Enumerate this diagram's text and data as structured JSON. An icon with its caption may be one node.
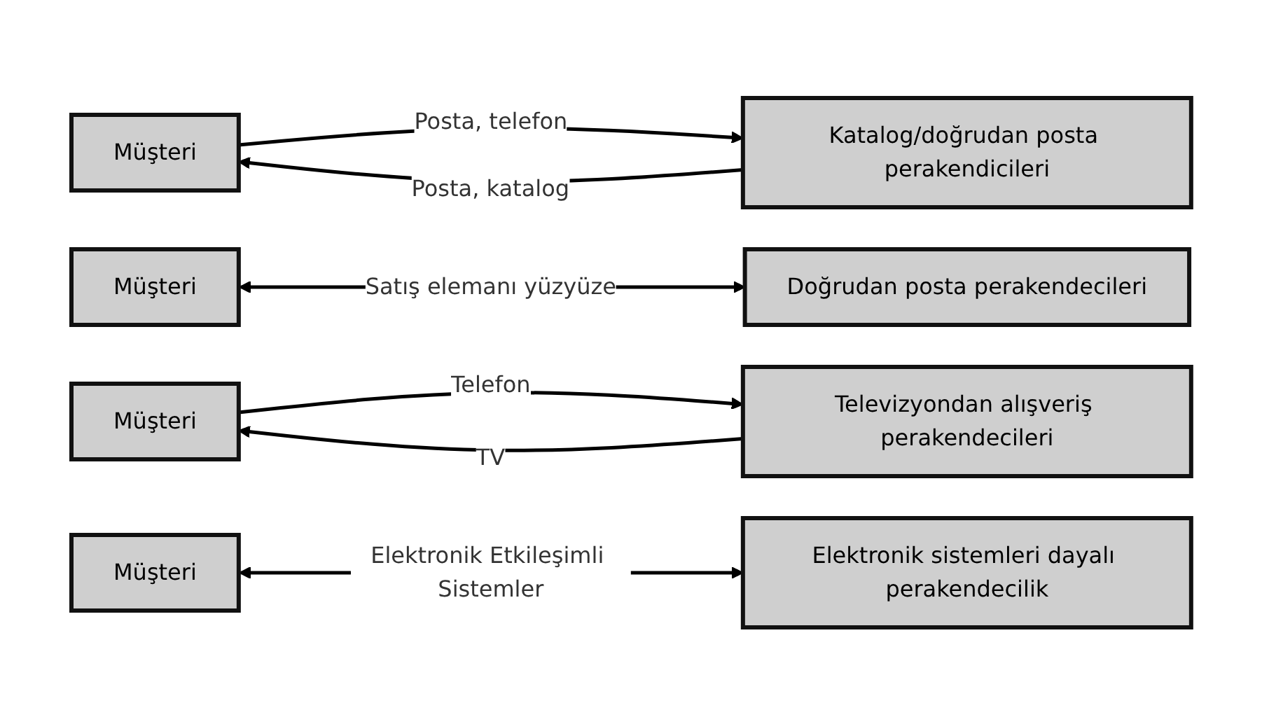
{
  "diagram": {
    "nodes": [
      {
        "text": [
          "Müşteri"
        ]
      },
      {
        "text": [
          "Katalog/doğrudan posta perakendicileri"
        ]
      },
      {
        "text": [
          "Müşteri"
        ]
      },
      {
        "text": [
          "Doğrudan posta perakendecileri"
        ]
      },
      {
        "text": [
          "Müşteri"
        ]
      },
      {
        "text": [
          "Televizyondan alışveriş perakendecileri"
        ]
      },
      {
        "text": [
          "Müşteri"
        ]
      },
      {
        "text": [
          "Elektronik sistemleri dayalı perakendecilik"
        ]
      }
    ],
    "edges": [
      {
        "from": 1,
        "to": 0,
        "arrow": "to",
        "label": "Posta, katalog"
      },
      {
        "from": 0,
        "to": 1,
        "arrow": "to",
        "label": "Posta, telefon"
      },
      {
        "from": 2,
        "to": 3,
        "arrow": "both",
        "label": "Satış elemanı yüzyüze"
      },
      {
        "from": 5,
        "to": 4,
        "arrow": "to",
        "label": "TV"
      },
      {
        "from": 4,
        "to": 5,
        "arrow": "to",
        "label": "Telefon"
      },
      {
        "from": 6,
        "to": 7,
        "arrow": "both",
        "label": "Elektronik Etkileşimli Sistemler"
      }
    ]
  }
}
